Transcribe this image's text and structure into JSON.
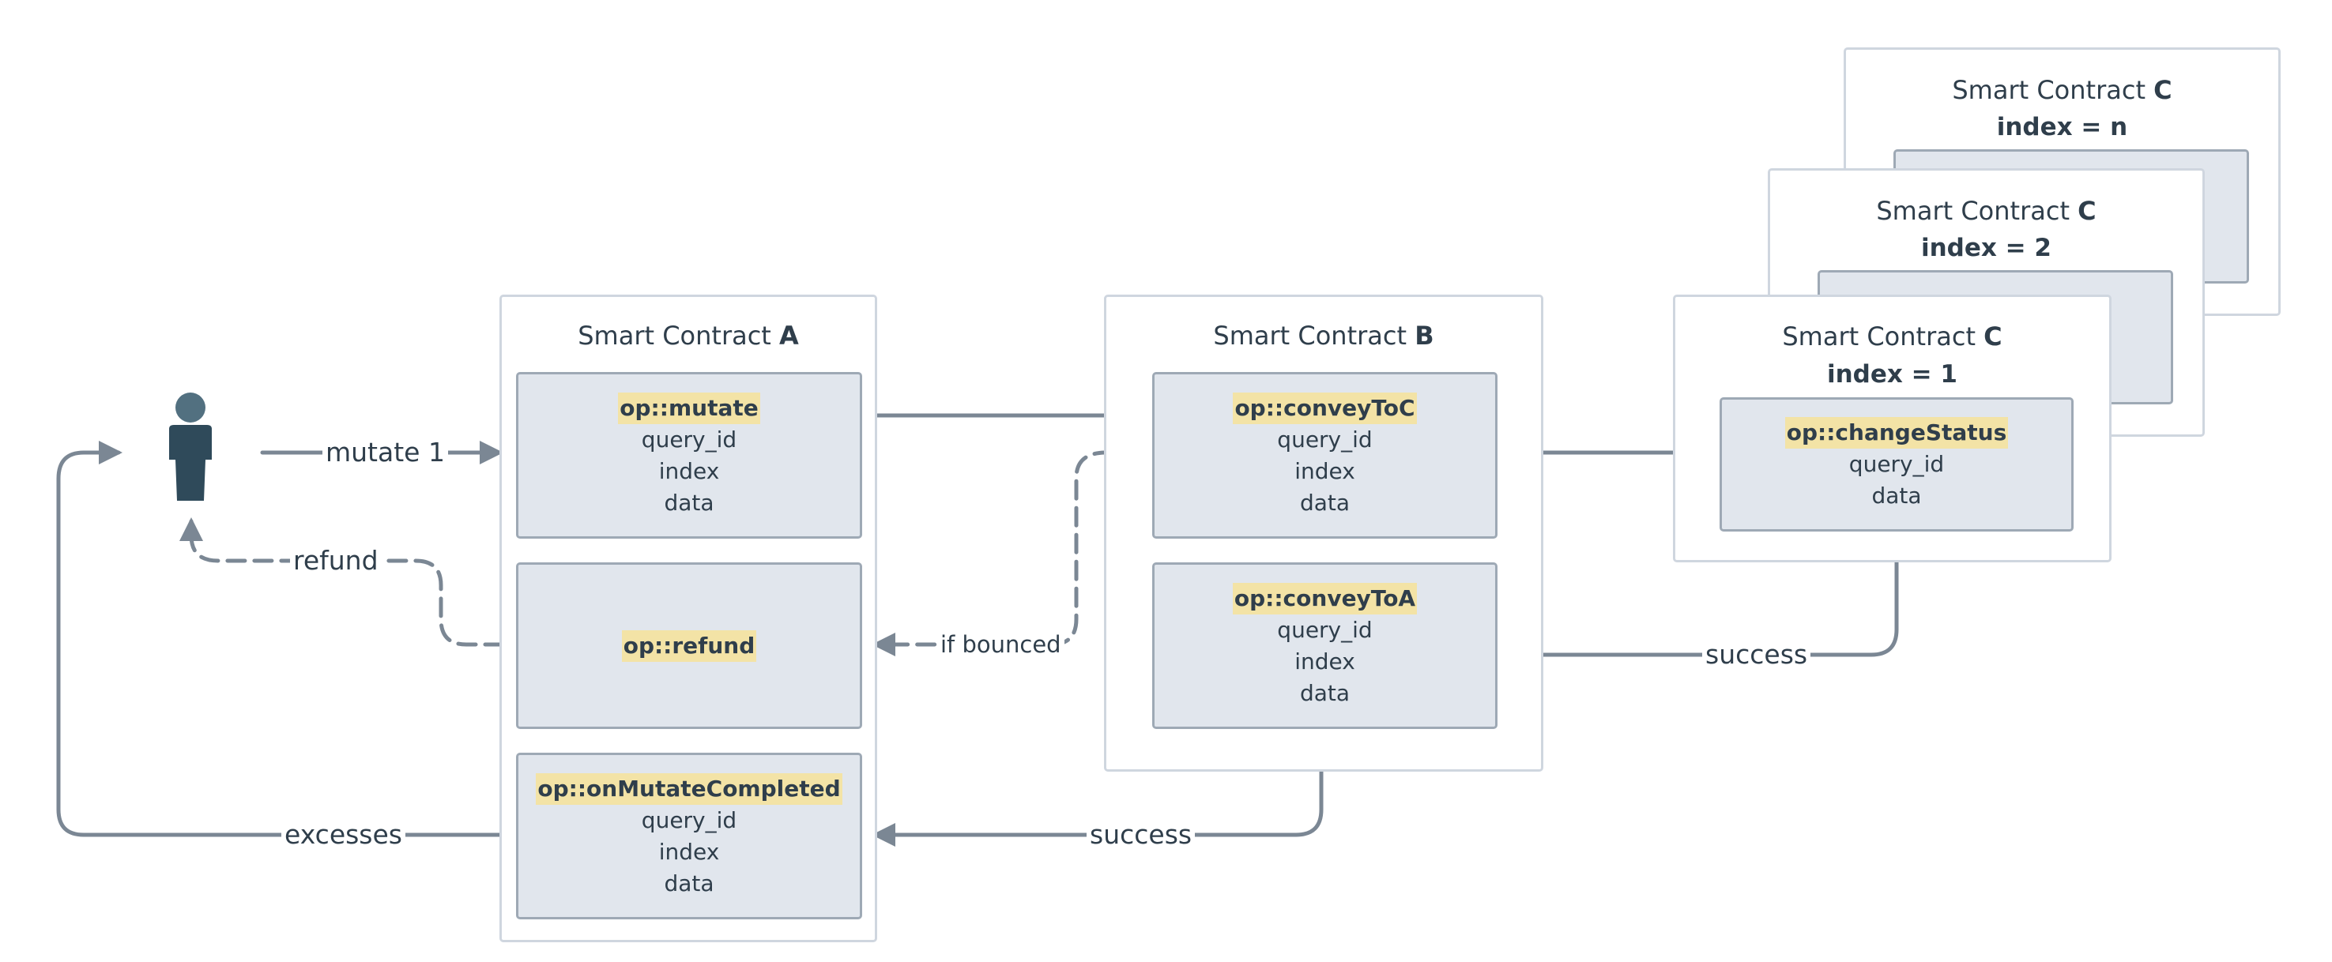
{
  "user": {
    "icon": "person-icon"
  },
  "contracts": {
    "a": {
      "title_prefix": "Smart Contract ",
      "title_letter": "A"
    },
    "b": {
      "title_prefix": "Smart Contract ",
      "title_letter": "B"
    },
    "c_n": {
      "title_prefix": "Smart Contract ",
      "title_letter": "C",
      "index": "index = n"
    },
    "c_2": {
      "title_prefix": "Smart Contract ",
      "title_letter": "C",
      "index": "index = 2"
    },
    "c_1": {
      "title_prefix": "Smart Contract ",
      "title_letter": "C",
      "index": "index = 1"
    }
  },
  "ops": {
    "mutate": {
      "name": "op::mutate",
      "fields": [
        "query_id",
        "index",
        "data"
      ]
    },
    "refund": {
      "name": "op::refund"
    },
    "on_mutate_completed": {
      "name": "op::onMutateCompleted",
      "fields": [
        "query_id",
        "index",
        "data"
      ]
    },
    "convey_to_c": {
      "name": "op::conveyToC",
      "fields": [
        "query_id",
        "index",
        "data"
      ]
    },
    "convey_to_a": {
      "name": "op::conveyToA",
      "fields": [
        "query_id",
        "index",
        "data"
      ]
    },
    "change_status": {
      "name": "op::changeStatus",
      "fields": [
        "query_id",
        "data"
      ]
    }
  },
  "edges": {
    "mutate": "mutate 1",
    "refund": "refund",
    "excesses": "excesses",
    "if_bounced": "if bounced",
    "success_c_to_b": "success",
    "success_b_to_a": "success"
  },
  "colors": {
    "arrow": "#7b8794",
    "person": "#2f4a5a",
    "person_head": "#527080",
    "highlight": "#f3e3a6",
    "op_fill": "#e1e6ed"
  }
}
